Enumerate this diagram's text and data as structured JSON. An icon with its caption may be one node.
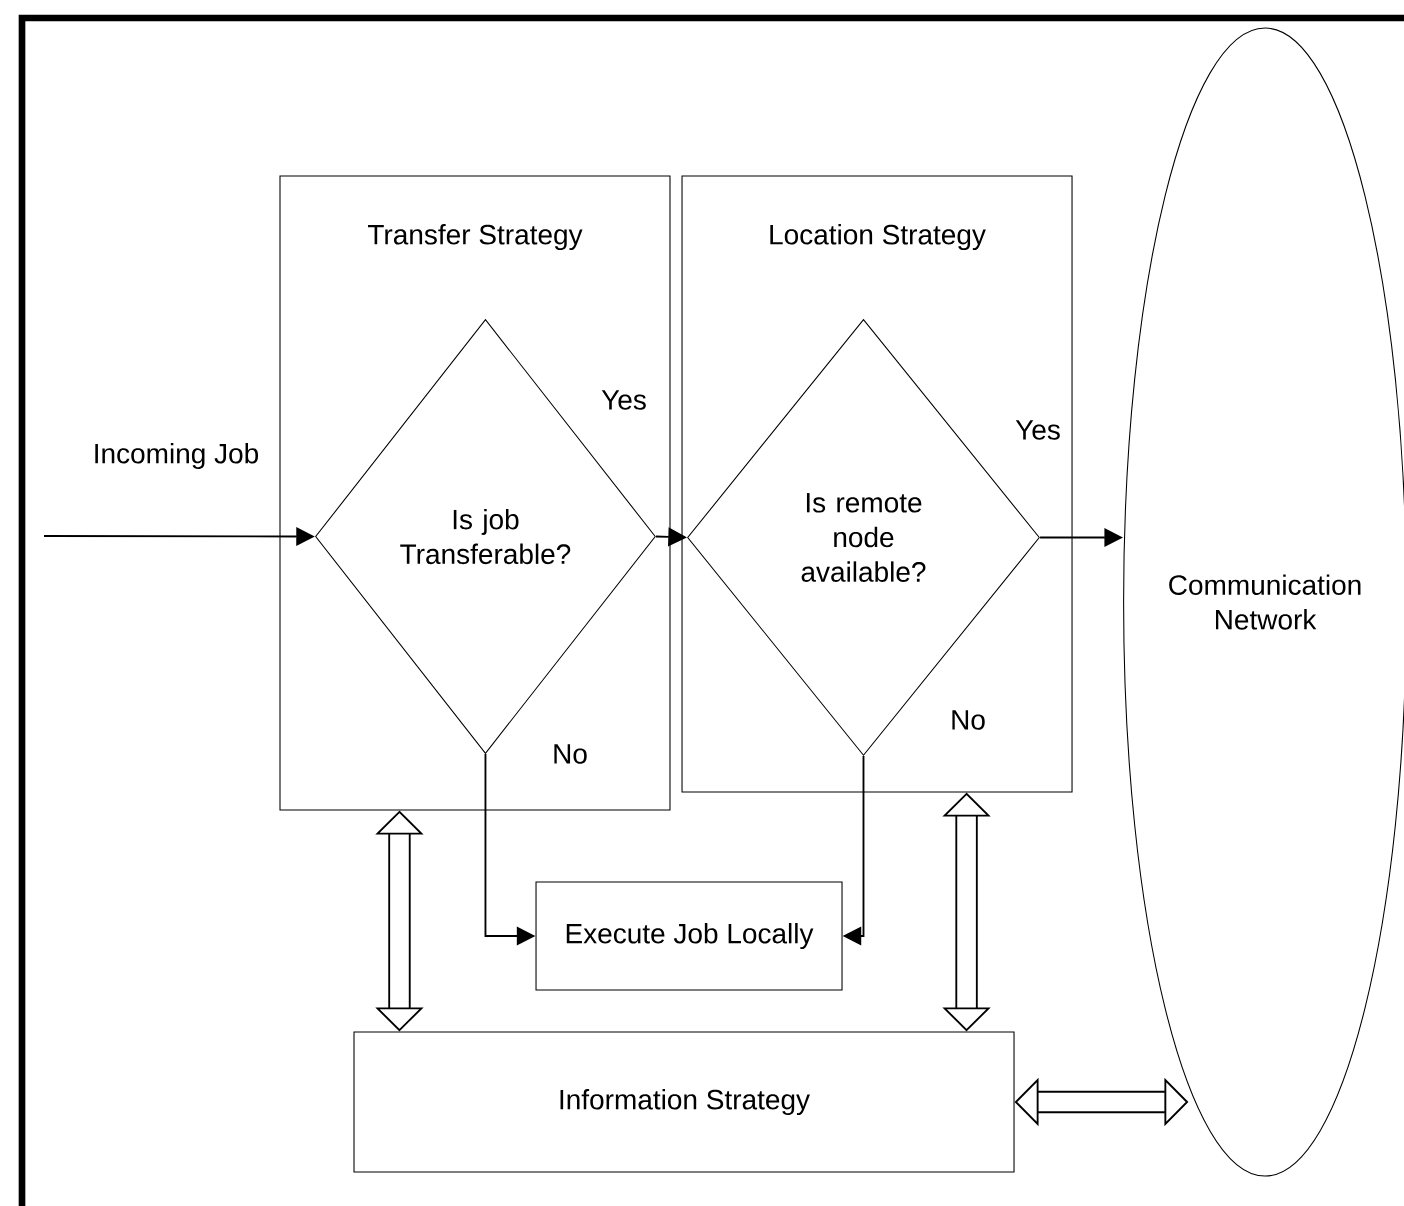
{
  "diagram": {
    "nodes": [
      {
        "text": [
          "Transfer Strategy"
        ]
      },
      {
        "text": [
          "Is job Transferable?"
        ],
        "in": 0
      },
      {
        "text": [
          "Location Strategy"
        ]
      },
      {
        "text": [
          "Is remote node available?"
        ],
        "in": 2
      },
      {
        "text": [
          "Communication Network"
        ]
      },
      {
        "text": [
          "Execute Job Locally"
        ]
      },
      {
        "text": [
          "Information Strategy"
        ]
      }
    ],
    "edges": [
      {
        "from": null,
        "to": 1,
        "arrow": "to",
        "label": "Incoming Job"
      },
      {
        "from": 1,
        "to": 3,
        "arrow": "to",
        "label": "Yes"
      },
      {
        "from": 3,
        "to": 4,
        "arrow": "to",
        "label": "Yes"
      },
      {
        "from": 1,
        "to": 5,
        "arrow": "to",
        "label": "No"
      },
      {
        "from": 3,
        "to": 5,
        "arrow": "to",
        "label": "No"
      },
      {
        "from": 0,
        "to": 6,
        "arrow": "both",
        "style": "thick"
      },
      {
        "from": 2,
        "to": 6,
        "arrow": "both",
        "style": "thick"
      },
      {
        "from": 6,
        "to": 4,
        "arrow": "both",
        "style": "thick"
      }
    ]
  }
}
